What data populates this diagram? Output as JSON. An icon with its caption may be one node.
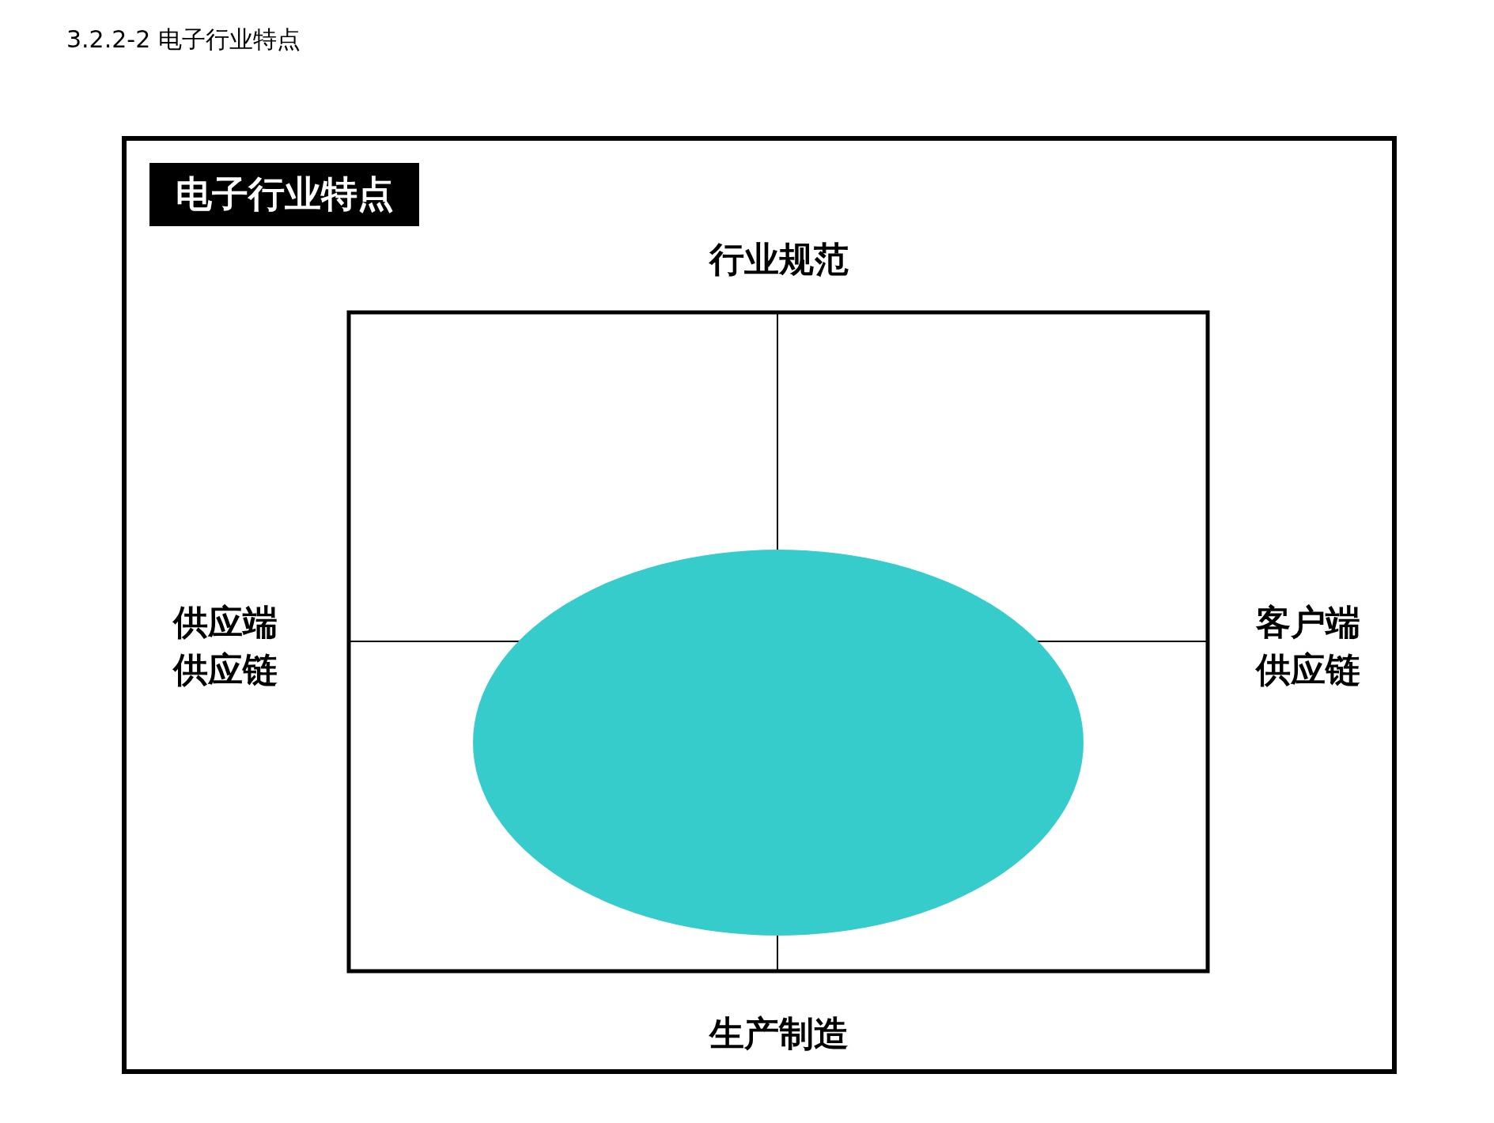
{
  "diagram": {
    "title": "3.2.2-2 电子行业特点",
    "nodes": [
      {
        "text": [
          "电子行业特点"
        ]
      },
      {
        "text": [],
        "shape": "circle"
      }
    ],
    "labels": [
      "行业规范",
      "供应端供应链",
      "客户端供应链",
      "生产制造"
    ]
  }
}
